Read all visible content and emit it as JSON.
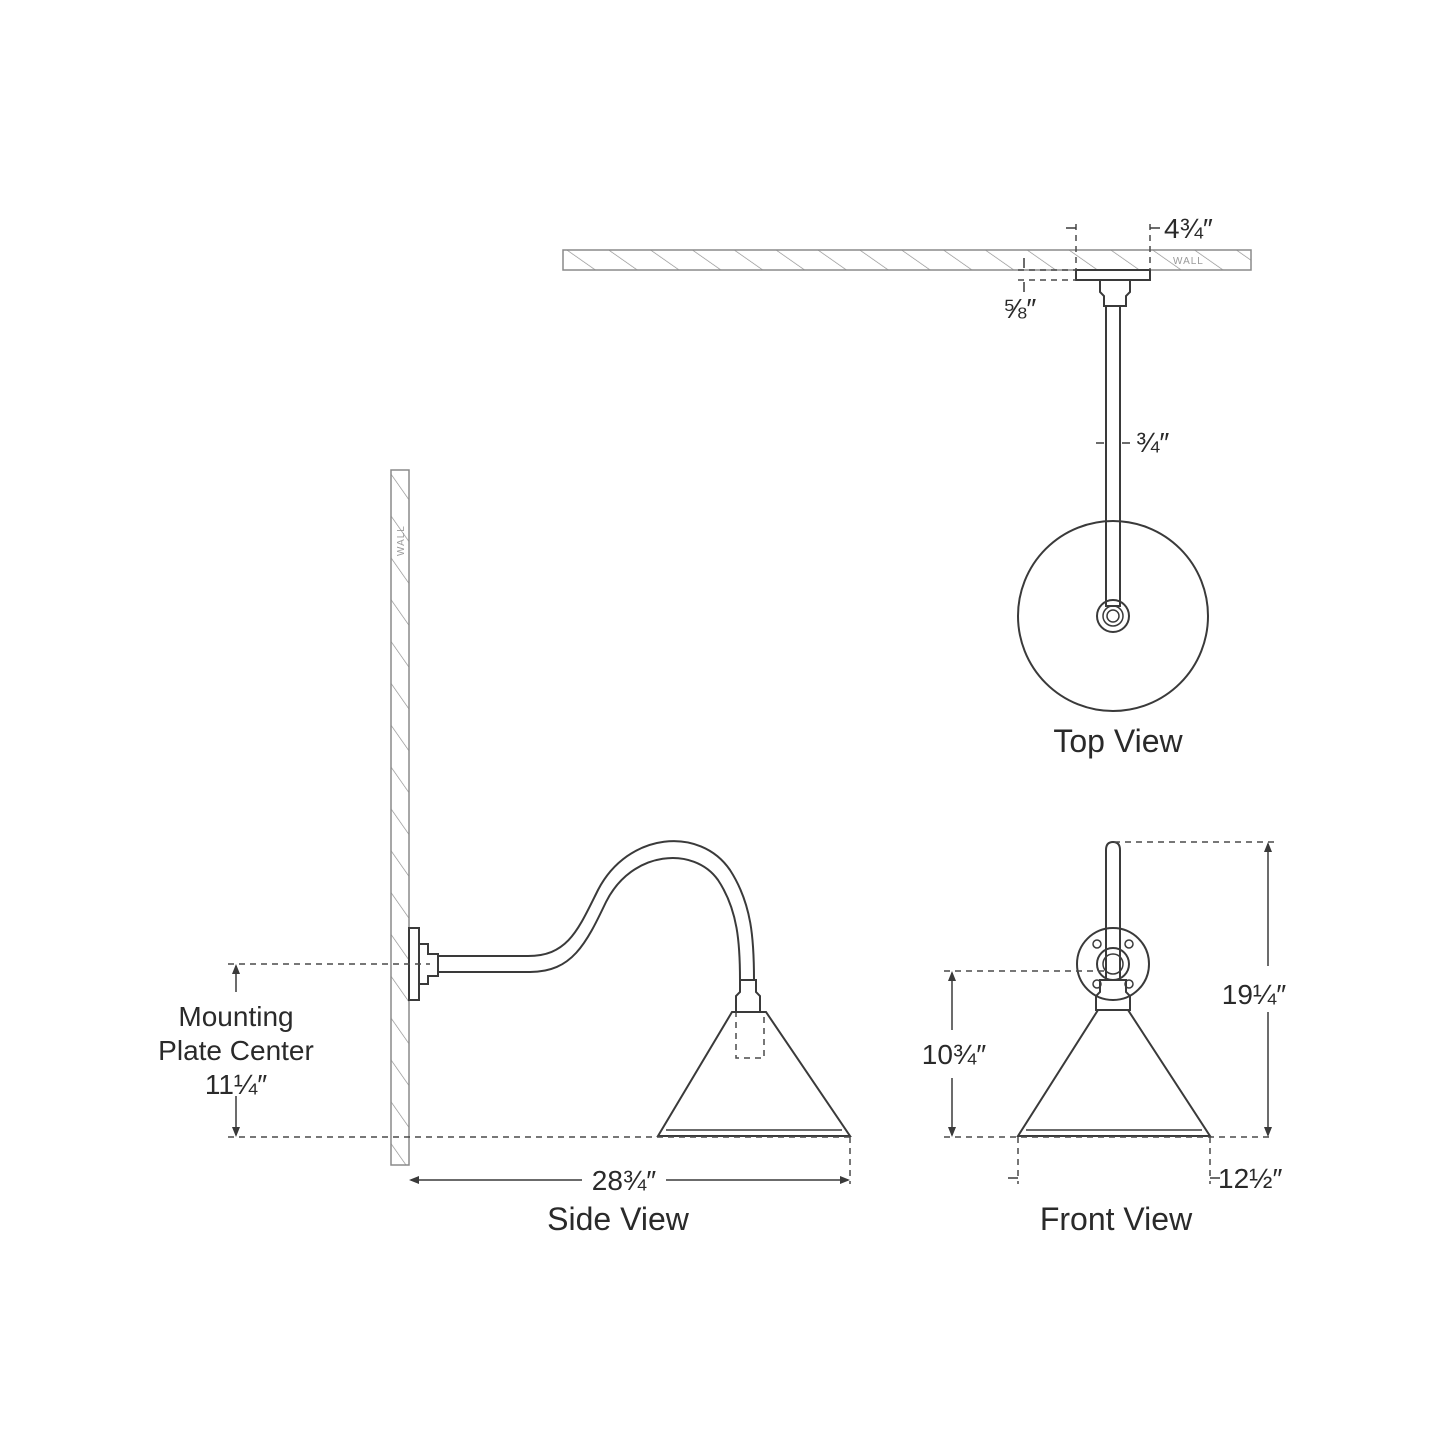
{
  "views": {
    "top": "Top View",
    "side": "Side View",
    "front": "Front View"
  },
  "wall_labels": {
    "top": "WALL",
    "side": "WALL"
  },
  "dimensions": {
    "plate_width": "4¾″",
    "plate_depth": "⅝″",
    "arm_diameter": "¾″",
    "mounting_label_line1": "Mounting",
    "mounting_label_line2": "Plate Center",
    "mounting_value": "11¼″",
    "extension": "28¾″",
    "front_center_height": "10¾″",
    "overall_height": "19¼″",
    "shade_diameter": "12½″"
  }
}
